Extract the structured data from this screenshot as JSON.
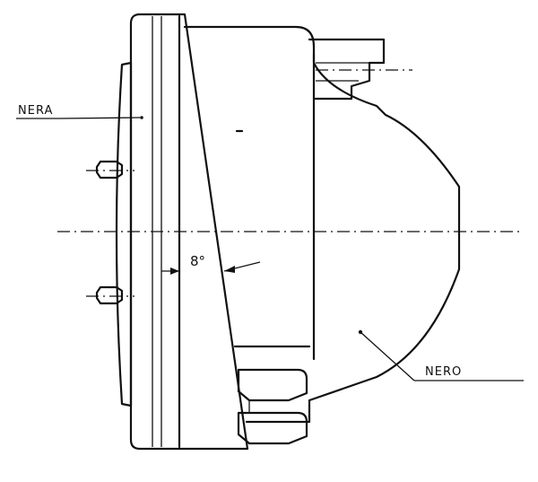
{
  "labels": {
    "nera": "NERA",
    "nero": "NERO",
    "angle": "8°"
  },
  "colors": {
    "ink": "#111111",
    "paper": "#ffffff"
  }
}
